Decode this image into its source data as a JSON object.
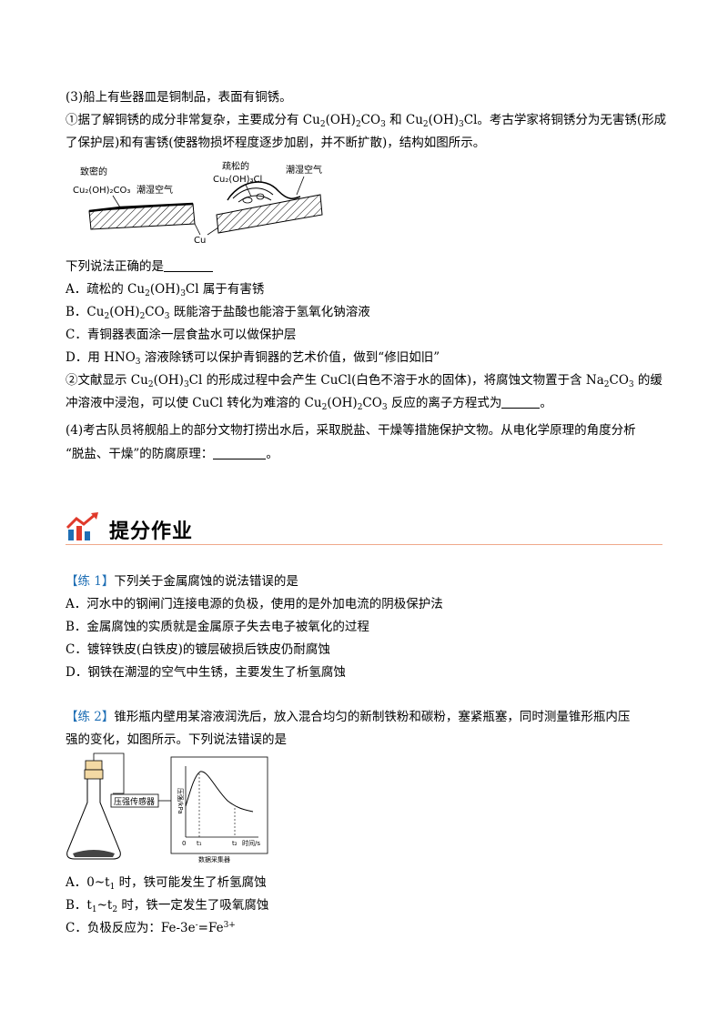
{
  "q3_intro": "(3)船上有些器皿是铜制品，表面有铜锈。",
  "q3_1": {
    "line1_a": "①据了解铜锈的成分非常复杂，主要成分有 Cu",
    "line1_b": "(OH)",
    "line1_c": "CO",
    "line1_d": " 和 Cu",
    "line1_e": "(OH)",
    "line1_f": "Cl。考古学家将铜锈分为无害锈(形成",
    "line2": "了保护层)和有害锈(使器物损坏程度逐步加剧，并不断扩散)，结构如图所示。"
  },
  "fig1": {
    "left_label_1": "致密的",
    "left_label_2": "Cu₂(OH)₂CO₃",
    "left_label_3": "潮湿空气",
    "right_label_1": "疏松的",
    "right_label_2": "Cu₂(OH)₃Cl",
    "right_label_3": "潮湿空气",
    "bottom_label": "Cu"
  },
  "q3_prompt": "下列说法正确的是",
  "q3_options": {
    "a1": "A．疏松的 Cu",
    "a2": "(OH)",
    "a3": "Cl 属于有害锈",
    "b1": "B．Cu",
    "b2": "(OH)",
    "b3": "CO",
    "b4": " 既能溶于盐酸也能溶于氢氧化钠溶液",
    "c": "C．青铜器表面涂一层食盐水可以做保护层",
    "d1": "D．用 HNO",
    "d2": " 溶液除锈可以保护青铜器的艺术价值，做到“修旧如旧”"
  },
  "q3_2": {
    "l1_a": "②文献显示 Cu",
    "l1_b": "(OH)",
    "l1_c": "Cl 的形成过程中会产生 CuCl(白色不溶于水的固体)，将腐蚀文物置于含 Na",
    "l1_d": "CO",
    "l1_e": " 的缓",
    "l2_a": "冲溶液中浸泡，可以使 CuCl 转化为难溶的 Cu",
    "l2_b": "(OH)",
    "l2_c": "CO",
    "l2_d": " 反应的离子方程式为",
    "l2_e": "。"
  },
  "q4": {
    "line1": "(4)考古队员将舰船上的部分文物打捞出水后，采取脱盐、干燥等措施保护文物。从电化学原理的角度分析",
    "line2_a": "“脱盐、干燥”的防腐原理：",
    "line2_b": "。"
  },
  "section_title": "提分作业",
  "ex1": {
    "tag": "【练 1】",
    "stem": "下列关于金属腐蚀的说法错误的是",
    "a": "A．河水中的钢闸门连接电源的负极，使用的是外加电流的阴极保护法",
    "b": "B．金属腐蚀的实质就是金属原子失去电子被氧化的过程",
    "c": "C．镀锌铁皮(白铁皮)的镀层破损后铁皮仍耐腐蚀",
    "d": "D．钢铁在潮湿的空气中生锈，主要发生了析氢腐蚀"
  },
  "ex2": {
    "tag": "【练 2】",
    "stem1": "锥形瓶内壁用某溶液润洗后，放入混合均匀的新制铁粉和碳粉，塞紧瓶塞，同时测量锥形瓶内压",
    "stem2": "强的变化，如图所示。下列说法错误的是",
    "sensor_label": "压强传感器",
    "y_axis": "压强/kPa",
    "x_axis": "时间/s",
    "origin": "0",
    "t1": "t₁",
    "t2": "t₂",
    "collector": "数据采集器",
    "a1": "A．0~t",
    "a2": " 时，铁可能发生了析氢腐蚀",
    "b1": "B．t",
    "b2": "~t",
    "b3": " 时，铁一定发生了吸氧腐蚀",
    "c1": "C．负极反应为：Fe-3e",
    "c2": "-",
    "c3": "=Fe",
    "c4": "3+"
  },
  "colors": {
    "accent_blue": "#1f6fb5",
    "accent_red": "#e03a2b",
    "rule": "#f0a98a"
  }
}
